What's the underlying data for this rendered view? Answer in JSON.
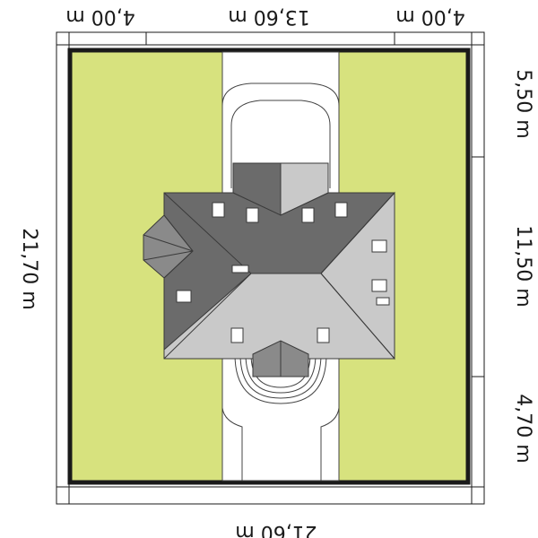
{
  "dimensions": {
    "top_left": "4,00 m",
    "top_middle": "13,60 m",
    "top_right": "4,00 m",
    "bottom": "21,60 m",
    "left": "21,70 m",
    "right_top": "5,50 m",
    "right_middle": "11,50 m",
    "right_bottom": "4,70 m"
  },
  "colors": {
    "plot": "#d7e27e",
    "roof_dark": "#6b6b6b",
    "roof_light": "#c9c9c9",
    "outline": "#1a1a1a"
  }
}
